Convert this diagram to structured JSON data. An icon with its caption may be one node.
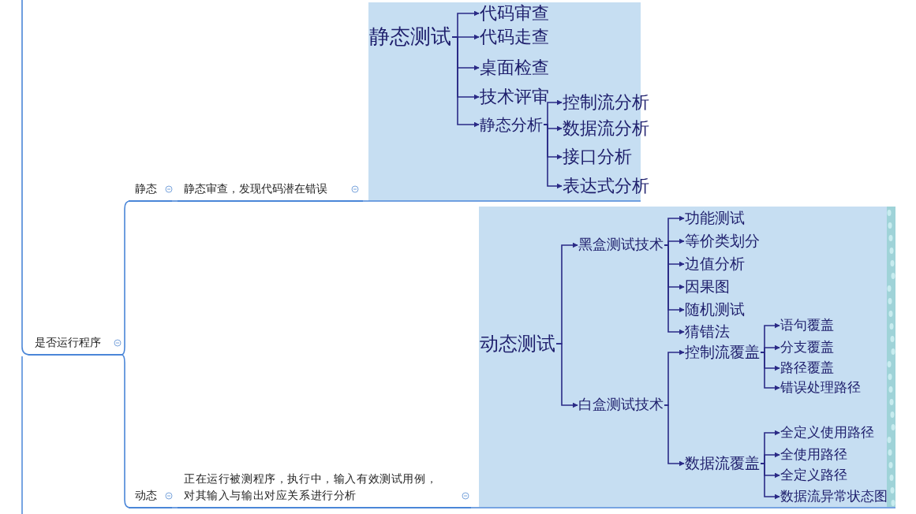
{
  "diagram": {
    "nodes": [
      {
        "text": [
          "是否运行程序"
        ]
      },
      {
        "text": [
          "静态"
        ]
      },
      {
        "text": [
          "静态审查，发现代码潜在错误"
        ]
      },
      {
        "text": [
          "动态"
        ]
      },
      {
        "text": [
          "正在运行被测程序，执行中，输入有效测试用例，对其输入与输出对应关系进行分析"
        ]
      },
      {
        "text": [],
        "shape": "box"
      },
      {
        "text": [
          "静态测试"
        ],
        "in": 5
      },
      {
        "text": [
          "代码审查"
        ],
        "in": 5
      },
      {
        "text": [
          "代码走查"
        ],
        "in": 5
      },
      {
        "text": [
          "桌面检查"
        ],
        "in": 5
      },
      {
        "text": [
          "技术评审"
        ],
        "in": 5
      },
      {
        "text": [
          "静态分析"
        ],
        "in": 5
      },
      {
        "text": [
          "控制流分析"
        ],
        "in": 5
      },
      {
        "text": [
          "数据流分析"
        ],
        "in": 5
      },
      {
        "text": [
          "接口分析"
        ],
        "in": 5
      },
      {
        "text": [
          "表达式分析"
        ],
        "in": 5
      },
      {
        "text": [],
        "shape": "box"
      },
      {
        "text": [
          "动态测试"
        ],
        "in": 16
      },
      {
        "text": [
          "黑盒测试技术"
        ],
        "in": 16
      },
      {
        "text": [
          "白盒测试技术"
        ],
        "in": 16
      },
      {
        "text": [
          "功能测试"
        ],
        "in": 16
      },
      {
        "text": [
          "等价类划分"
        ],
        "in": 16
      },
      {
        "text": [
          "边值分析"
        ],
        "in": 16
      },
      {
        "text": [
          "因果图"
        ],
        "in": 16
      },
      {
        "text": [
          "随机测试"
        ],
        "in": 16
      },
      {
        "text": [
          "猜错法"
        ],
        "in": 16
      },
      {
        "text": [
          "控制流覆盖"
        ],
        "in": 16
      },
      {
        "text": [
          "数据流覆盖"
        ],
        "in": 16
      },
      {
        "text": [
          "语句覆盖"
        ],
        "in": 16
      },
      {
        "text": [
          "分支覆盖"
        ],
        "in": 16
      },
      {
        "text": [
          "路径覆盖"
        ],
        "in": 16
      },
      {
        "text": [
          "错误处理路径"
        ],
        "in": 16
      },
      {
        "text": [
          "全定义使用路径"
        ],
        "in": 16
      },
      {
        "text": [
          "全使用路径"
        ],
        "in": 16
      },
      {
        "text": [
          "全定义路径"
        ],
        "in": 16
      },
      {
        "text": [
          "数据流异常状态图"
        ],
        "in": 16
      }
    ],
    "edges": [
      {
        "from": null,
        "to": 0,
        "arrow": "none",
        "color": "#4a86d8"
      },
      {
        "from": 0,
        "to": 1,
        "arrow": "none",
        "color": "#4a86d8"
      },
      {
        "from": 0,
        "to": 3,
        "arrow": "none",
        "color": "#4a86d8"
      },
      {
        "from": 1,
        "to": 2,
        "arrow": "none",
        "color": "#4a86d8"
      },
      {
        "from": 3,
        "to": 4,
        "arrow": "none",
        "color": "#4a86d8"
      },
      {
        "from": 2,
        "to": 5,
        "arrow": "none",
        "color": "#4a86d8"
      },
      {
        "from": 4,
        "to": 16,
        "arrow": "none",
        "color": "#4a86d8"
      },
      {
        "from": 6,
        "to": 7,
        "arrow": "to"
      },
      {
        "from": 6,
        "to": 8,
        "arrow": "to"
      },
      {
        "from": 6,
        "to": 9,
        "arrow": "to"
      },
      {
        "from": 6,
        "to": 10,
        "arrow": "to"
      },
      {
        "from": 6,
        "to": 11,
        "arrow": "to"
      },
      {
        "from": 11,
        "to": 12,
        "arrow": "to"
      },
      {
        "from": 11,
        "to": 13,
        "arrow": "to"
      },
      {
        "from": 11,
        "to": 14,
        "arrow": "to"
      },
      {
        "from": 11,
        "to": 15,
        "arrow": "to"
      },
      {
        "from": 17,
        "to": 18,
        "arrow": "to"
      },
      {
        "from": 17,
        "to": 19,
        "arrow": "to"
      },
      {
        "from": 18,
        "to": 20,
        "arrow": "to"
      },
      {
        "from": 18,
        "to": 21,
        "arrow": "to"
      },
      {
        "from": 18,
        "to": 22,
        "arrow": "to"
      },
      {
        "from": 18,
        "to": 23,
        "arrow": "to"
      },
      {
        "from": 18,
        "to": 24,
        "arrow": "to"
      },
      {
        "from": 18,
        "to": 25,
        "arrow": "to"
      },
      {
        "from": 19,
        "to": 26,
        "arrow": "to"
      },
      {
        "from": 19,
        "to": 27,
        "arrow": "to"
      },
      {
        "from": 26,
        "to": 28,
        "arrow": "to"
      },
      {
        "from": 26,
        "to": 29,
        "arrow": "to"
      },
      {
        "from": 26,
        "to": 30,
        "arrow": "to"
      },
      {
        "from": 26,
        "to": 31,
        "arrow": "to"
      },
      {
        "from": 27,
        "to": 32,
        "arrow": "to"
      },
      {
        "from": 27,
        "to": 33,
        "arrow": "to"
      },
      {
        "from": 27,
        "to": 34,
        "arrow": "to"
      },
      {
        "from": 27,
        "to": 35,
        "arrow": "to"
      }
    ]
  }
}
